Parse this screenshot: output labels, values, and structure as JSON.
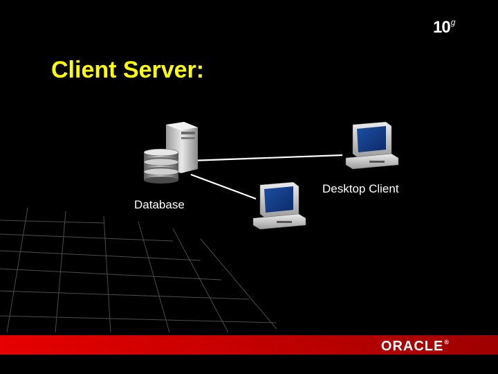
{
  "slide": {
    "title": "Client Server:",
    "version_main": "10",
    "version_sup": "g",
    "brand_logo": "ORACLE",
    "brand_reg": "®"
  },
  "diagram": {
    "nodes": [
      {
        "id": "database",
        "label": "Database",
        "icon": "database-server-icon"
      },
      {
        "id": "desktop-client-1",
        "label": "",
        "icon": "desktop-computer-icon"
      },
      {
        "id": "desktop-client-2",
        "label": "Desktop Client",
        "icon": "desktop-computer-icon"
      }
    ],
    "edges": [
      {
        "from": "database",
        "to": "desktop-client-1"
      },
      {
        "from": "database",
        "to": "desktop-client-2"
      }
    ]
  },
  "colors": {
    "background": "#000000",
    "title": "#ffff00",
    "label": "#ffffff",
    "accent_red": "#e00000"
  }
}
